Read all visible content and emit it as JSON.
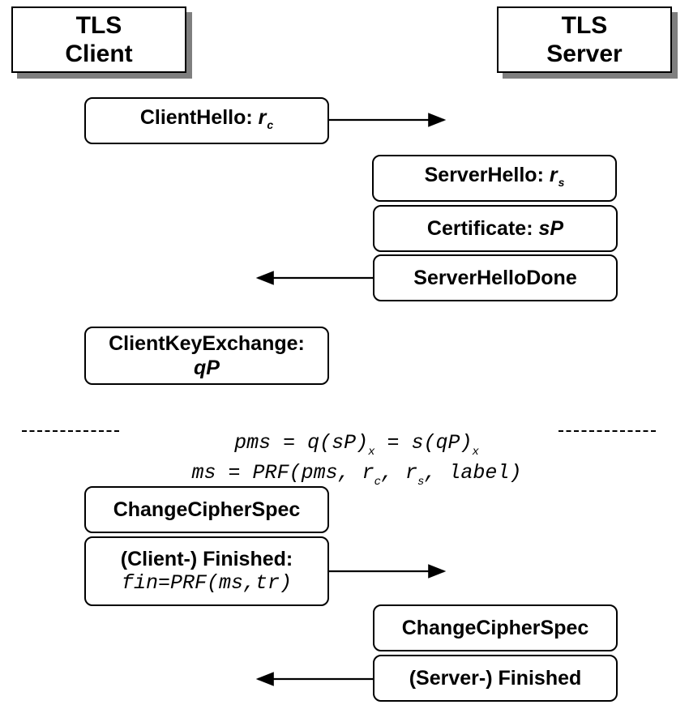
{
  "parties": {
    "client": [
      "TLS",
      "Client"
    ],
    "server": [
      "TLS",
      "Server"
    ]
  },
  "messages": {
    "client_hello": {
      "label": "ClientHello: ",
      "var": "r",
      "sub": "c"
    },
    "server_hello": {
      "label": "ServerHello: ",
      "var": "r",
      "sub": "s"
    },
    "certificate": {
      "label": "Certificate: ",
      "var": "sP"
    },
    "server_hello_done": {
      "label": "ServerHelloDone"
    },
    "client_key_exchange": {
      "label": "ClientKeyExchange:",
      "var": "qP"
    },
    "client_ccs": {
      "label": "ChangeCipherSpec"
    },
    "client_finished": {
      "label": "(Client-) Finished:",
      "formula": "fin=PRF(ms,tr)"
    },
    "server_ccs": {
      "label": "ChangeCipherSpec"
    },
    "server_finished": {
      "label": "(Server-) Finished"
    }
  },
  "computation": {
    "pms": {
      "a": "pms = q(sP)",
      "sub1": "x",
      "b": " = s(qP)",
      "sub2": "x"
    },
    "ms": {
      "a": "ms = PRF(pms, r",
      "sub1": "c",
      "b": ", r",
      "sub2": "s",
      "c": ", label)"
    }
  }
}
